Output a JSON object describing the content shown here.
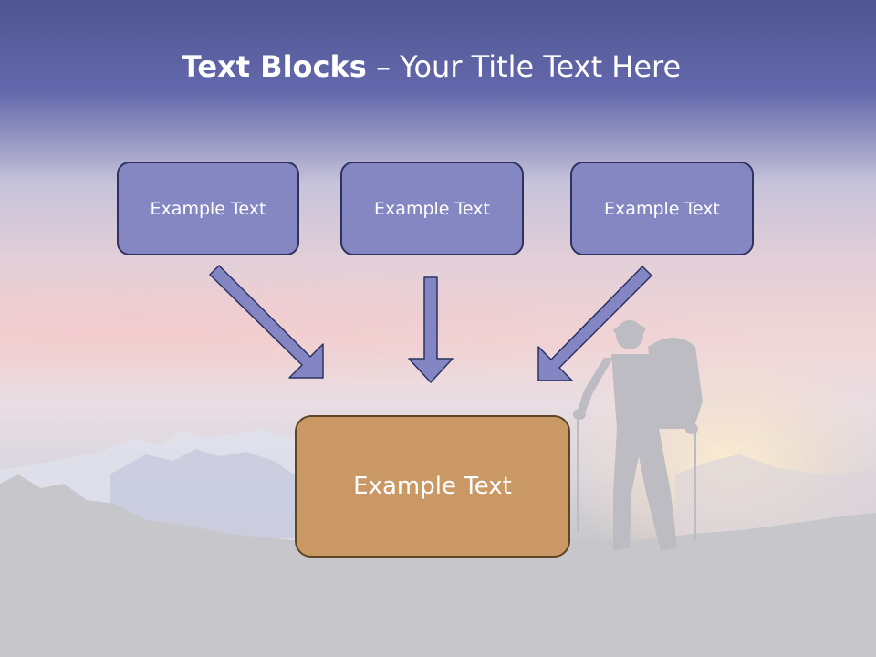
{
  "title": {
    "bold": "Text Blocks",
    "rest": " – Your Title Text Here"
  },
  "blocks": [
    {
      "label": "Example Text"
    },
    {
      "label": "Example Text"
    },
    {
      "label": "Example Text"
    }
  ],
  "main_block": {
    "label": "Example Text"
  },
  "colors": {
    "block_fill": "#8487c2",
    "block_border": "#2d3261",
    "main_fill": "#c99865",
    "main_border": "#5e4526",
    "arrow_fill": "#8386c2"
  }
}
